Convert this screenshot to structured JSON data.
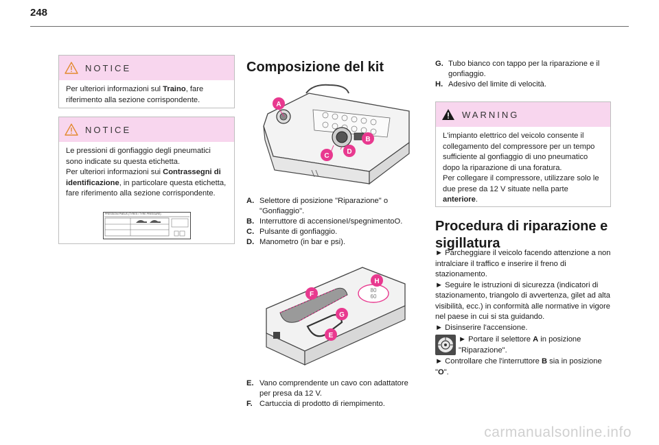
{
  "page": {
    "number": "248"
  },
  "notice1": {
    "title": "NOTICE",
    "text_pre": "Per ulteriori informazioni sul ",
    "text_bold": "Traino",
    "text_post": ", fare riferimento alla sezione corrispondente."
  },
  "notice2": {
    "title": "NOTICE",
    "text_a": "Le pressioni di gonfiaggio degli pneumatici sono indicate su questa etichetta.",
    "text_b_pre": "Per ulteriori informazioni sui ",
    "text_b_bold": "Contrassegni di identificazione",
    "text_b_post": ", in particolare questa etichetta, fare riferimento alla sezione corrispondente.",
    "label_image_text": "PRESSIONI PNEUS (TYRES / TYRE PRESSURE)"
  },
  "kit": {
    "heading": "Composizione del kit",
    "items_top": [
      {
        "key": "A.",
        "text": "Selettore di posizione \"Riparazione\" o \"Gonfiaggio\"."
      },
      {
        "key": "B.",
        "text": "Interruttore di accensioneI/spegnimentoO."
      },
      {
        "key": "C.",
        "text": "Pulsante di gonfiaggio."
      },
      {
        "key": "D.",
        "text": "Manometro (in bar e psi)."
      }
    ],
    "items_bottom": [
      {
        "key": "E.",
        "text": "Vano comprendente un cavo con adattatore per presa da 12 V."
      },
      {
        "key": "F.",
        "text": "Cartuccia di prodotto di riempimento."
      }
    ],
    "items_col3": [
      {
        "key": "G.",
        "text": "Tubo bianco con tappo per la riparazione e il gonfiaggio."
      },
      {
        "key": "H.",
        "text": "Adesivo del limite di velocità."
      }
    ],
    "callouts_top": [
      "A",
      "B",
      "C",
      "D"
    ],
    "callouts_bottom": [
      "H",
      "F",
      "G",
      "E"
    ],
    "speed_label": "80\n60",
    "callout_color": "#e8398f"
  },
  "warning": {
    "title": "WARNING",
    "text_pre": "L'impianto elettrico del veicolo consente il collegamento del compressore per un tempo sufficiente al gonfiaggio di uno pneumatico dopo la riparazione di una foratura.\nPer collegare il compressore, utilizzare solo le due prese da 12 V situate nella parte ",
    "text_bold": "anteriore",
    "text_post": "."
  },
  "procedure": {
    "heading_line1": "Procedura di riparazione e",
    "heading_line2": "sigillatura",
    "step1": "► Parcheggiare il veicolo facendo attenzione a non intralciare il traffico e inserire il freno di stazionamento.",
    "step2": "► Seguire le istruzioni di sicurezza (indicatori di stazionamento, triangolo di avvertenza, gilet ad alta visibilità, ecc.) in conformità alle normative in vigore nel paese in cui si sta guidando.",
    "step3": "► Disinserire l'accensione.",
    "step4_pre": "► Portare il selettore ",
    "step4_bold": "A",
    "step4_post": " in posizione \"Riparazione\".",
    "step5_pre": "► Controllare che l'interruttore ",
    "step5_bold": "B",
    "step5_mid": " sia in posizione \"",
    "step5_bold2": "O",
    "step5_post": "\"."
  },
  "watermark": "carmanualsonline.info"
}
